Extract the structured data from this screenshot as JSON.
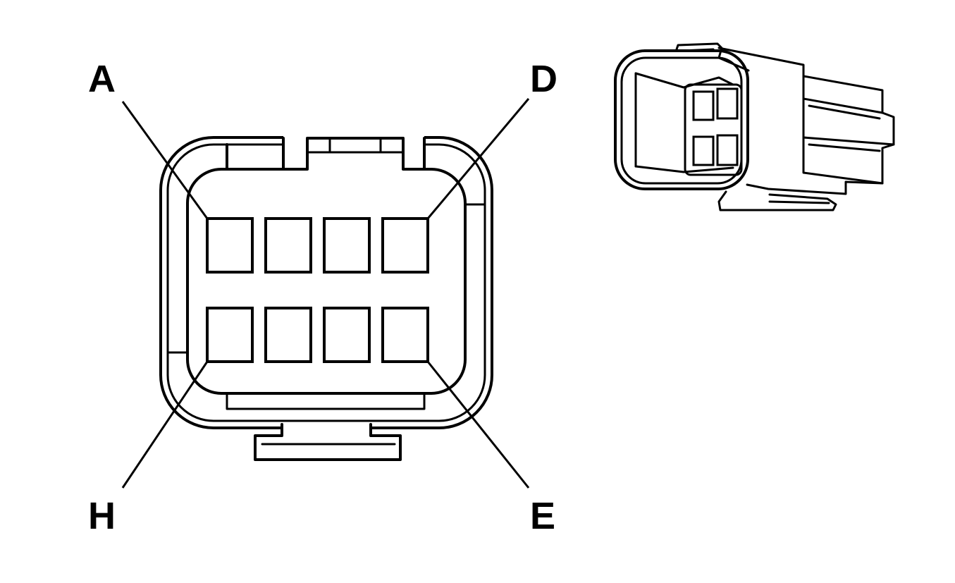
{
  "labels": {
    "top_left": "A",
    "top_right": "D",
    "bottom_left": "H",
    "bottom_right": "E"
  },
  "colors": {
    "line": "#000000",
    "background": "#ffffff"
  }
}
